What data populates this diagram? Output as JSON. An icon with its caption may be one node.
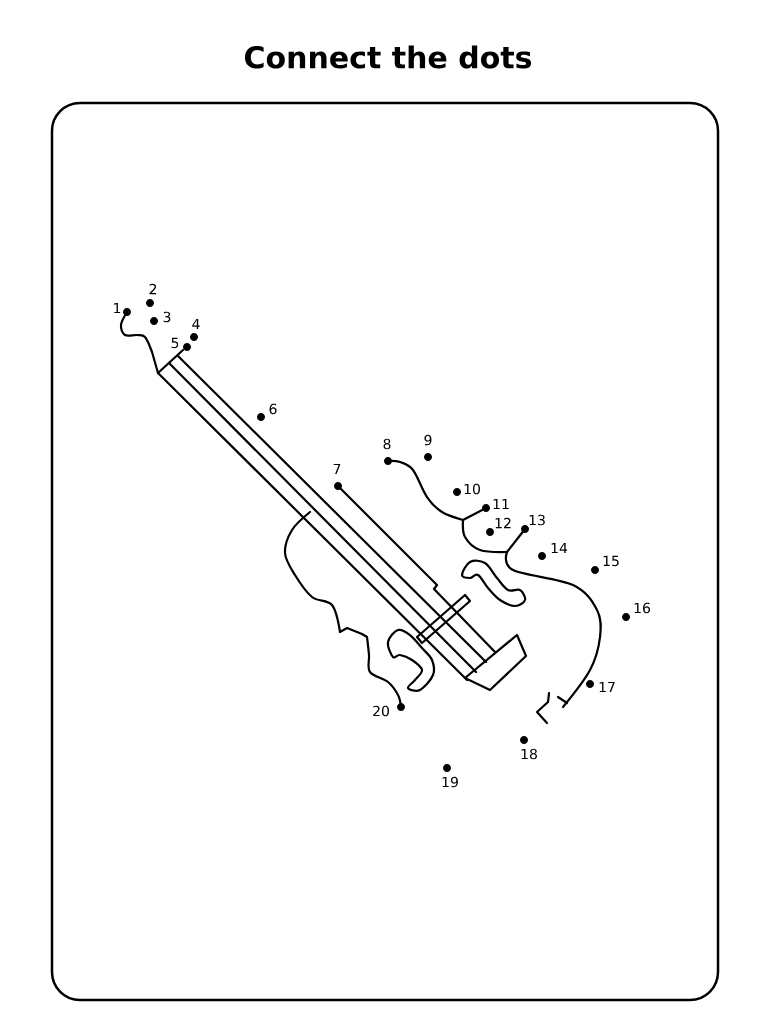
{
  "diagram": {
    "title": "Connect the dots",
    "labels": [
      "1",
      "2",
      "3",
      "4",
      "5",
      "6",
      "7",
      "8",
      "9",
      "10",
      "11",
      "12",
      "13",
      "14",
      "15",
      "16",
      "17",
      "18",
      "19",
      "20"
    ]
  }
}
